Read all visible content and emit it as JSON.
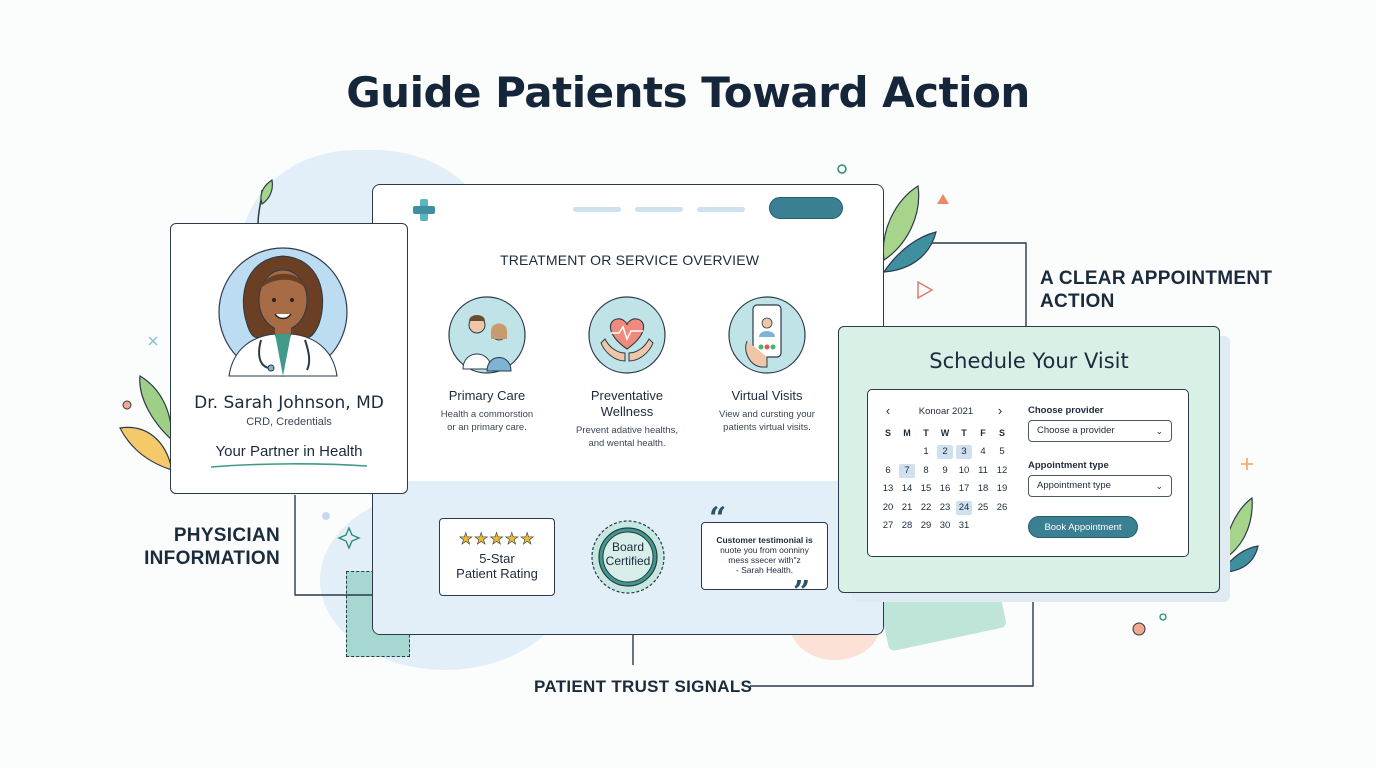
{
  "title": "Guide Patients Toward Action",
  "callouts": {
    "physician": "PHYSICIAN INFORMATION",
    "physician_line1": "PHYSICIAN",
    "physician_line2": "INFORMATION",
    "appointment_line1": "A CLEAR APPOINTMENT",
    "appointment_line2": "ACTION",
    "trust": "PATIENT TRUST SIGNALS"
  },
  "physician_card": {
    "name": "Dr. Sarah Johnson, MD",
    "credentials": "CRD, Credentials",
    "tagline": "Your Partner in Health"
  },
  "overview": {
    "heading": "TREATMENT OR SERVICE OVERVIEW",
    "services": [
      {
        "title": "Primary Care",
        "desc_lines": [
          "Health a commorstion",
          "or an primary care."
        ],
        "icon": "doctors-icon"
      },
      {
        "title_lines": [
          "Preventative",
          "Wellness"
        ],
        "desc_lines": [
          "Prevent adative healths,",
          "and wental health."
        ],
        "icon": "heart-hands-icon"
      },
      {
        "title": "Virtual Visits",
        "desc_lines": [
          "View and cursting your",
          "patients virtual visits."
        ],
        "icon": "phone-video-icon"
      }
    ]
  },
  "trust": {
    "rating_lines": [
      "5-Star",
      "Patient Rating"
    ],
    "stars": 5,
    "badge_lines": [
      "Board",
      "Certified"
    ],
    "testimonial_lines": [
      "Customer testimonial is",
      "nuote you from oonniny",
      "mess ssecer with\"z",
      "- Sarah Health."
    ]
  },
  "schedule": {
    "title": "Schedule Your Visit",
    "month": "Konoar 2021",
    "prev": "‹",
    "next": "›",
    "days_of_week": [
      "S",
      "M",
      "T",
      "W",
      "T",
      "F",
      "S"
    ],
    "weeks": [
      [
        "",
        "",
        "1",
        "2",
        "3",
        "4",
        "5"
      ],
      [
        "6",
        "7",
        "8",
        "9",
        "10",
        "11",
        "12"
      ],
      [
        "13",
        "14",
        "15",
        "16",
        "17",
        "18",
        "19"
      ],
      [
        "20",
        "21",
        "22",
        "23",
        "24",
        "25",
        "26"
      ],
      [
        "27",
        "28",
        "29",
        "30",
        "31",
        "",
        ""
      ]
    ],
    "highlighted_days": [
      "2",
      "3",
      "7",
      "24"
    ],
    "provider_label": "Choose provider",
    "provider_value": "Choose a provider",
    "type_label": "Appointment type",
    "type_value": "Appointment type",
    "book_label": "Book Appointment"
  },
  "colors": {
    "accent": "#3a7f92",
    "mint": "#d8f0e6",
    "light_blue": "#e2eef8",
    "ink": "#1c2b3c"
  }
}
